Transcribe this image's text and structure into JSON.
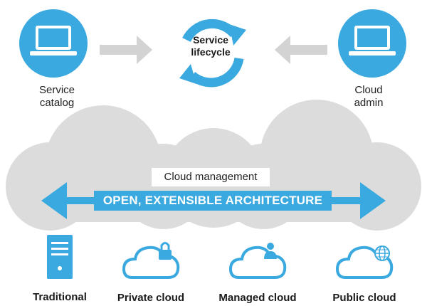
{
  "colors": {
    "accent_blue": "#3aa9e0",
    "cloud_gray": "#dcdcdc",
    "arrow_gray": "#d3d3d3",
    "text_dark": "#222222"
  },
  "top": {
    "left_node": {
      "icon": "laptop-icon",
      "label_lines": [
        "Service",
        "catalog"
      ]
    },
    "center_node": {
      "icon": "lifecycle-cycle-icon",
      "label_lines": [
        "Service",
        "lifecycle"
      ]
    },
    "right_node": {
      "icon": "laptop-icon",
      "label_lines": [
        "Cloud",
        "admin"
      ]
    }
  },
  "middle": {
    "management_label": "Cloud management",
    "architecture_label": "OPEN, EXTENSIBLE ARCHITECTURE"
  },
  "bottom": {
    "items": [
      {
        "icon": "server-tower-icon",
        "label": "Traditional"
      },
      {
        "icon": "cloud-lock-icon",
        "label": "Private cloud"
      },
      {
        "icon": "cloud-user-icon",
        "label": "Managed cloud"
      },
      {
        "icon": "cloud-globe-icon",
        "label": "Public cloud"
      }
    ]
  }
}
